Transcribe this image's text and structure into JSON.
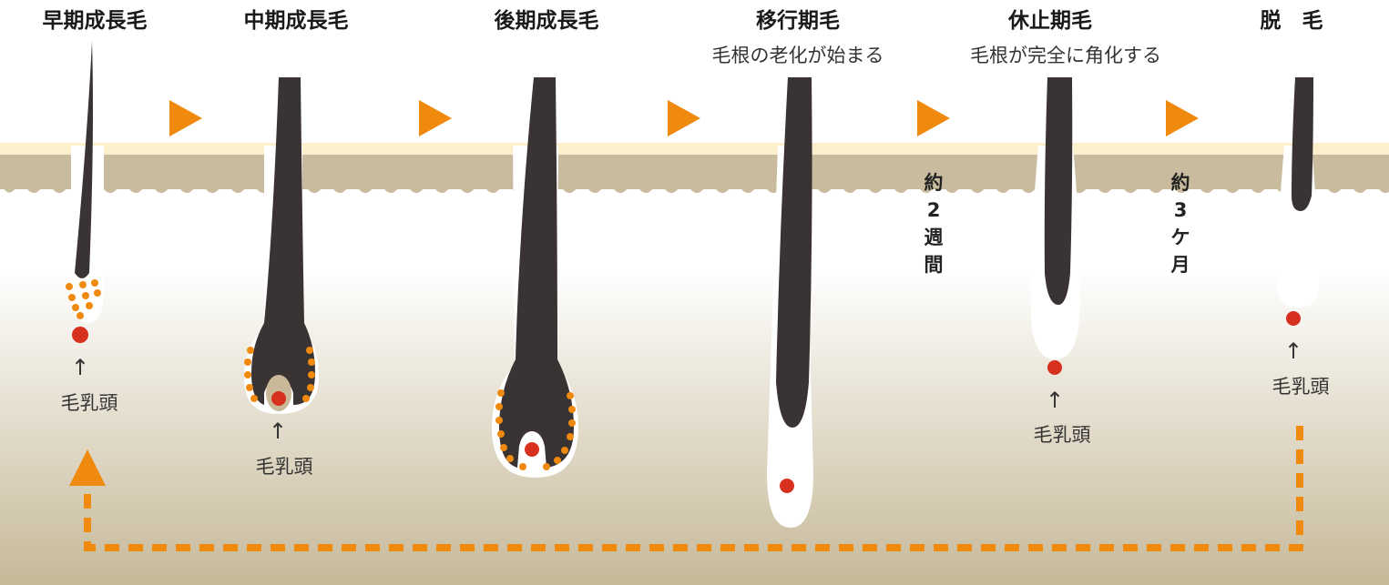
{
  "colors": {
    "skin_top": "#fbefcc",
    "skin_band": "#c9bc9e",
    "dermis_top": "#ffffff",
    "dermis_bottom": "#c6b998",
    "hair": "#3a3333",
    "papilla": "#d7301f",
    "matrix_dots": "#ef8a0f",
    "arrow": "#ef8a0f",
    "cycle_line": "#ef8a0f"
  },
  "stages": [
    {
      "title": "早期成長毛",
      "desc": "",
      "papilla_label": "毛乳頭"
    },
    {
      "title": "中期成長毛",
      "desc": "",
      "papilla_label": "毛乳頭"
    },
    {
      "title": "後期成長毛",
      "desc": "",
      "papilla_label": ""
    },
    {
      "title": "移行期毛",
      "desc": "毛根の老化が始まる",
      "papilla_label": ""
    },
    {
      "title": "休止期毛",
      "desc": "毛根が完全に角化する",
      "papilla_label": "毛乳頭"
    },
    {
      "title": "脱　毛",
      "desc": "",
      "papilla_label": "毛乳頭"
    }
  ],
  "durations": [
    {
      "chars": [
        "約",
        "2",
        "週",
        "間"
      ]
    },
    {
      "chars": [
        "約",
        "3",
        "ケ",
        "月"
      ]
    }
  ],
  "arrow_up_glyph": "↑"
}
